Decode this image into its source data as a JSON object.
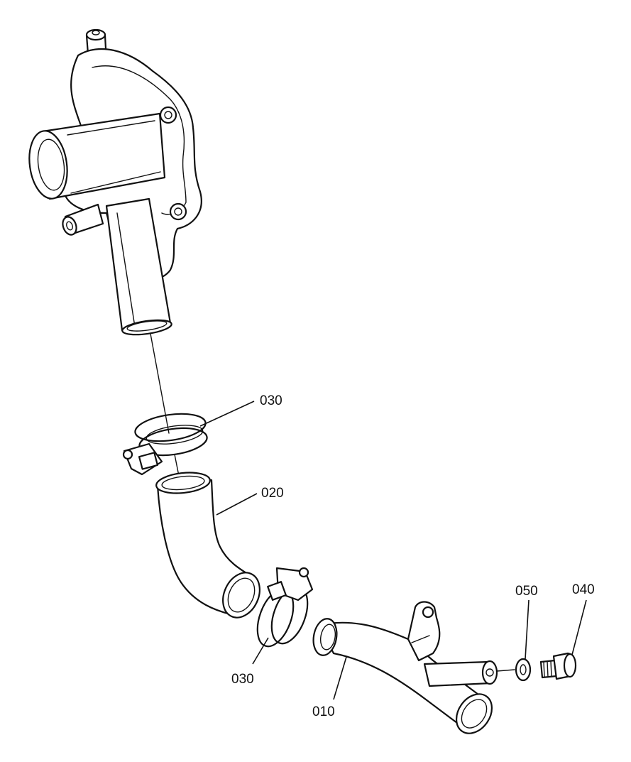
{
  "callouts": {
    "clamp_upper": "030",
    "hose": "020",
    "clamp_lower": "030",
    "pipe": "010",
    "gasket": "050",
    "bolt": "040"
  },
  "colors": {
    "line": "#111111",
    "background": "#ffffff"
  }
}
